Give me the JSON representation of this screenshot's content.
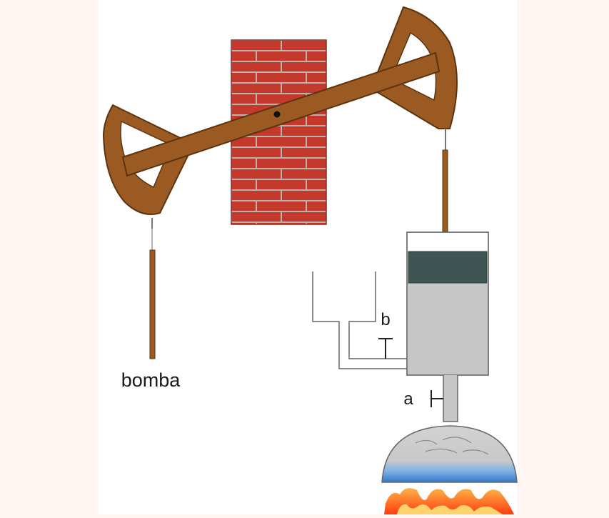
{
  "labels": {
    "pump": "bomba",
    "valve_b": "b",
    "valve_a": "a"
  },
  "icons": {
    "pivot": "pivot-dot-icon",
    "flame": "flame-icon"
  },
  "colors": {
    "background": "#fff5f3",
    "panel": "#ffffff",
    "wood": "#9a5a22",
    "wood_dark": "#5a3410",
    "brick": "#c4392b",
    "mortar": "#b9b3ae",
    "piston": "#3f5553",
    "cylinder": "#c6c6c6",
    "boiler_water": "#3f86d2",
    "fire": "#ff6a1a"
  }
}
